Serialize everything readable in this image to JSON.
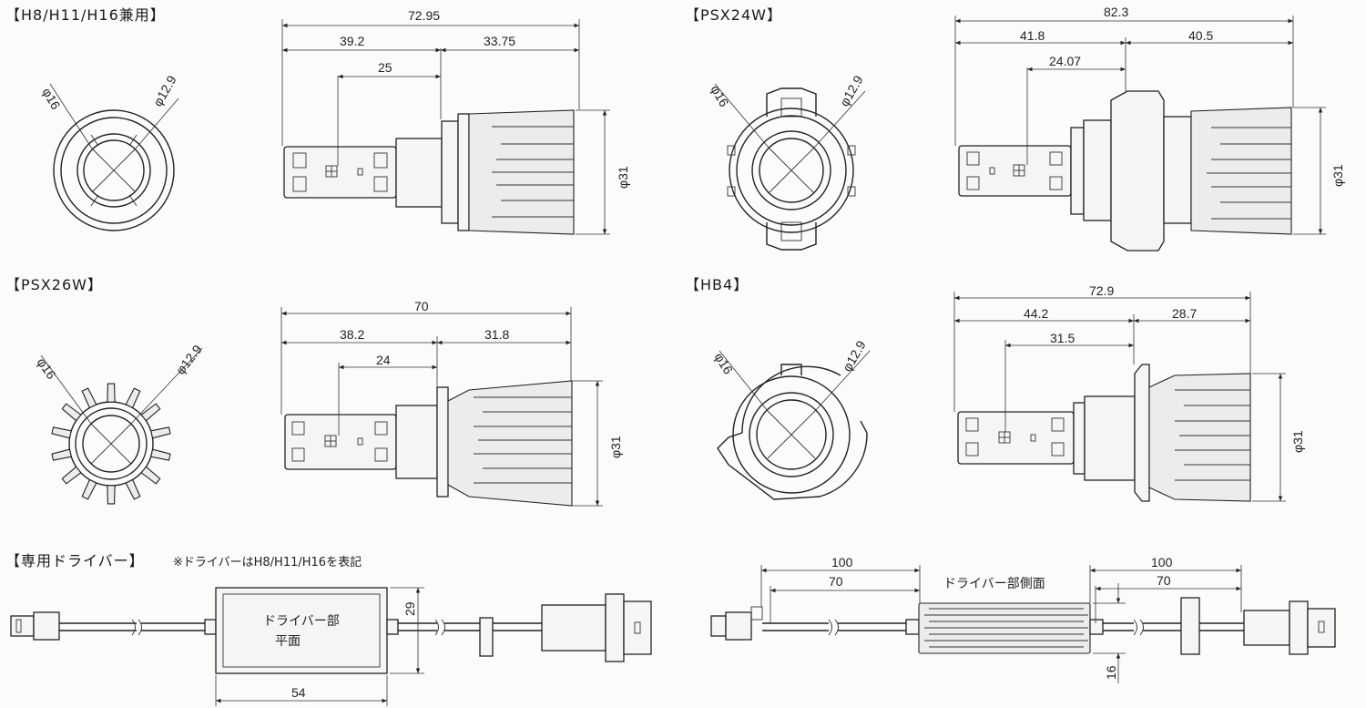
{
  "sections": {
    "h8": {
      "title": "【H8/H11/H16兼用】",
      "front": {
        "phi_outer": "φ16",
        "phi_inner": "φ12.9"
      },
      "side": {
        "total": "72.95",
        "left": "39.2",
        "right": "33.75",
        "led": "25",
        "dia": "φ31"
      }
    },
    "psx24w": {
      "title": "【PSX24W】",
      "front": {
        "phi_outer": "φ16",
        "phi_inner": "φ12.9"
      },
      "side": {
        "total": "82.3",
        "left": "41.8",
        "right": "40.5",
        "led": "24.07",
        "dia": "φ31"
      }
    },
    "psx26w": {
      "title": "【PSX26W】",
      "front": {
        "phi_outer": "φ16",
        "phi_inner": "φ12.9"
      },
      "side": {
        "total": "70",
        "left": "38.2",
        "right": "31.8",
        "led": "24",
        "dia": "φ31"
      }
    },
    "hb4": {
      "title": "【HB4】",
      "front": {
        "phi_outer": "φ16",
        "phi_inner": "φ12.9"
      },
      "side": {
        "total": "72.9",
        "left": "44.2",
        "right": "28.7",
        "led": "31.5",
        "dia": "φ31"
      }
    }
  },
  "driver": {
    "title": "【専用ドライバー】",
    "note": "※ドライバーはH8/H11/H16を表記",
    "top": {
      "label_line1": "ドライバー部",
      "label_line2": "平面",
      "height": "29",
      "width": "54"
    },
    "side": {
      "label": "ドライバー部側面",
      "left_total": "100",
      "left_inner": "70",
      "right_total": "100",
      "right_inner": "70",
      "thickness": "16"
    }
  }
}
